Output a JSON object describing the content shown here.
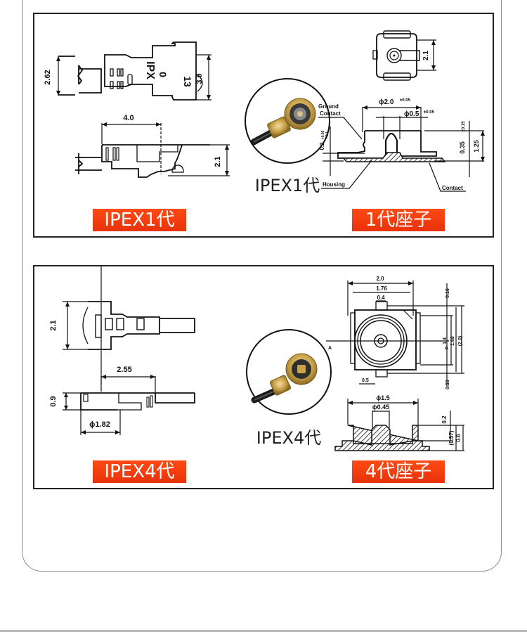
{
  "panels": [
    {
      "id": "ipex1",
      "plug_label": "IPEX1代",
      "photo_caption": "IPEX1代",
      "socket_label": "1代座子",
      "plug_top_view": {
        "marking_line1": "IPX",
        "marking_line2": "0",
        "marking_line3": "13",
        "dim_left": "2.62",
        "dim_right": "3.0"
      },
      "plug_side_view": {
        "dim_length": "4.0",
        "dim_height": "2.1"
      },
      "socket_top_view": {
        "dim_height": "2.1"
      },
      "socket_section": {
        "dim_outer_dia": "ϕ2.0",
        "dim_outer_tol": "±0.05",
        "dim_pin_dia": "ϕ0.5",
        "dim_pin_tol": "±0.05",
        "dim_base": "0.2",
        "dim_base_tol_plus": "+0.05",
        "dim_base_tol_minus": "−0.1",
        "dim_contact": "0.35",
        "dim_contact_tol": "±0.15",
        "dim_total": "1.25",
        "callout_ground": "Ground",
        "callout_ground_2": "Contact",
        "callout_housing": "Housing",
        "callout_contact": "Contact"
      }
    },
    {
      "id": "ipex4",
      "plug_label": "IPEX4代",
      "photo_caption": "IPEX4代",
      "socket_label": "4代座子",
      "plug_top_view": {
        "dim_height": "2.1"
      },
      "plug_side_view": {
        "dim_length": "2.55",
        "dim_height": "0.9",
        "dim_dia": "ϕ1.82"
      },
      "socket_top_view": {
        "dim_width": "2.0",
        "dim_inner": "1.76",
        "dim_tab": "0.4",
        "dim_top_gap": "0.16",
        "dim_bottom_gap": "0.16",
        "dim_1_4": "1.4",
        "dim_1_68": "1.68",
        "dim_2_0_ref": "(2.0)",
        "dim_pad": "0.5",
        "section_a_left": "A",
        "section_a_right": "A"
      },
      "socket_section": {
        "dim_outer_dia": "ϕ1.5",
        "dim_pin_dia": "ϕ0.45",
        "dim_0_2": "0.2",
        "dim_0_57": "(0.57)",
        "dim_0_6": "0.6"
      }
    }
  ],
  "colors": {
    "tag_bg": "#f03c10",
    "tag_text": "#ffffff",
    "line": "#111111",
    "gold": "#c9a24a"
  }
}
